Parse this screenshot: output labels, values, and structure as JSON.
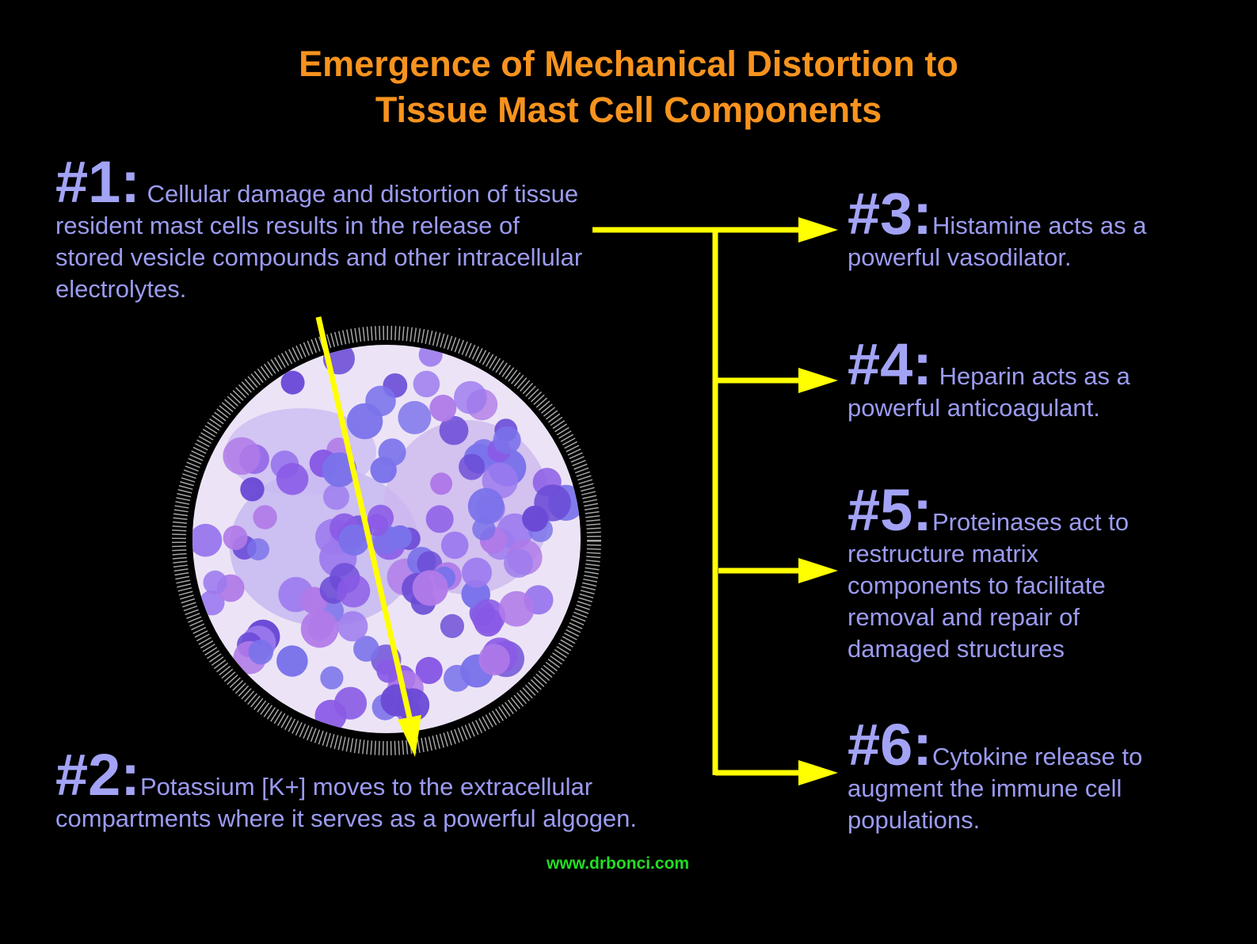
{
  "title": {
    "line1": "Emergence of Mechanical Distortion to",
    "line2": "Tissue Mast Cell Components"
  },
  "steps": [
    {
      "num": "#1:",
      "text": "Cellular damage and distortion of tissue resident mast cells results in the release of stored vesicle compounds and other intracellular electrolytes."
    },
    {
      "num": "#2:",
      "text": "Potassium [K+] moves to the extracellular compartments where it serves as a powerful algogen."
    },
    {
      "num": "#3:",
      "text": "Histamine acts as a powerful vasodilator."
    },
    {
      "num": "#4:",
      "text": "Heparin acts as a powerful anticoagulant."
    },
    {
      "num": "#5:",
      "text": "Proteinases act to restructure matrix components to facilitate removal and repair of damaged structures"
    },
    {
      "num": "#6:",
      "text": "Cytokine release to augment the immune cell populations."
    }
  ],
  "watermark": "www.drbonci.com",
  "colors": {
    "background": "#000000",
    "title": "#f7931e",
    "body_text": "#9b9bf2",
    "arrows": "#ffff00",
    "watermark": "#22dd22",
    "cell_body": "#ece4f6",
    "granules": [
      "#8a5ae6",
      "#6a4ad6",
      "#9c7aee",
      "#7a72ea",
      "#b07ae8"
    ]
  },
  "icons": {
    "cell": "mast-cell-illustration",
    "arrow": "arrow-right-icon"
  }
}
